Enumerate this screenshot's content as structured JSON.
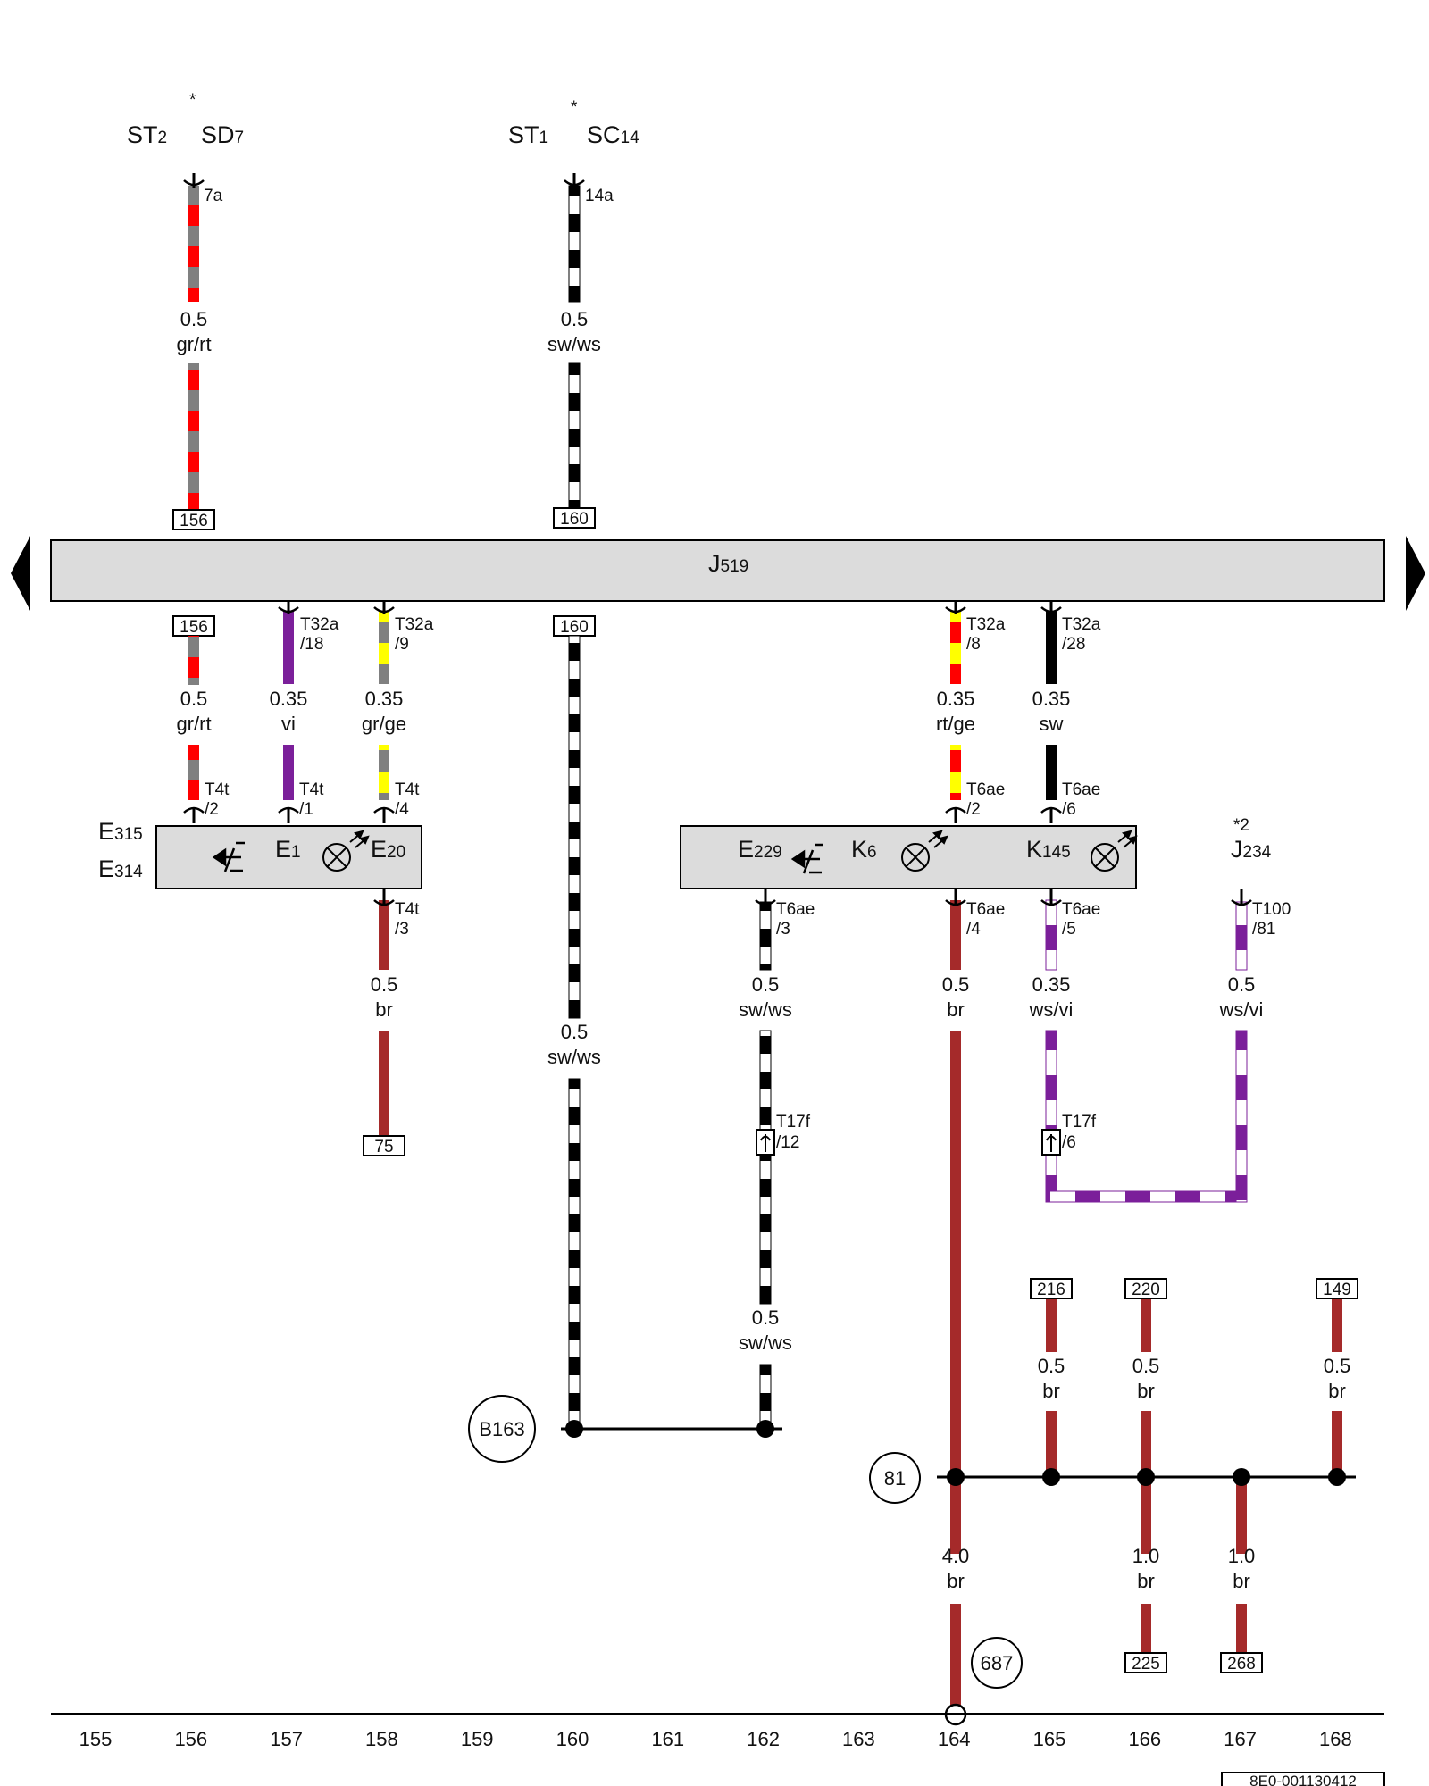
{
  "control_unit": {
    "name": "J",
    "sub": "519"
  },
  "supplies": [
    {
      "a": "ST",
      "a_sub": "2",
      "b": "SD",
      "b_sub": "7",
      "star": "*",
      "pin": "7a"
    },
    {
      "a": "ST",
      "a_sub": "1",
      "b": "SC",
      "b_sub": "14",
      "star": "*",
      "pin": "14a"
    }
  ],
  "wire_labels": [
    {
      "id": "w156a",
      "size": "0.5",
      "color": "gr/rt"
    },
    {
      "id": "w160a",
      "size": "0.5",
      "color": "sw/ws"
    },
    {
      "id": "w156b",
      "size": "0.5",
      "color": "gr/rt"
    },
    {
      "id": "w157",
      "size": "0.35",
      "color": "vi"
    },
    {
      "id": "w158a",
      "size": "0.35",
      "color": "gr/ge"
    },
    {
      "id": "w164a",
      "size": "0.35",
      "color": "rt/ge"
    },
    {
      "id": "w165a",
      "size": "0.35",
      "color": "sw"
    },
    {
      "id": "w158b",
      "size": "0.5",
      "color": "br"
    },
    {
      "id": "w160b",
      "size": "0.5",
      "color": "sw/ws"
    },
    {
      "id": "w162a",
      "size": "0.5",
      "color": "sw/ws"
    },
    {
      "id": "w164b",
      "size": "0.5",
      "color": "br"
    },
    {
      "id": "w165b",
      "size": "0.35",
      "color": "ws/vi"
    },
    {
      "id": "w167a",
      "size": "0.5",
      "color": "ws/vi"
    },
    {
      "id": "w162b",
      "size": "0.5",
      "color": "sw/ws"
    },
    {
      "id": "w165c",
      "size": "0.5",
      "color": "br"
    },
    {
      "id": "w166a",
      "size": "0.5",
      "color": "br"
    },
    {
      "id": "w168a",
      "size": "0.5",
      "color": "br"
    },
    {
      "id": "w164c",
      "size": "4.0",
      "color": "br"
    },
    {
      "id": "w166b",
      "size": "1.0",
      "color": "br"
    },
    {
      "id": "w167b",
      "size": "1.0",
      "color": "br"
    }
  ],
  "connectors": {
    "t32a_18": {
      "name": "T32a",
      "pin": "/18"
    },
    "t32a_9": {
      "name": "T32a",
      "pin": "/9"
    },
    "t32a_8": {
      "name": "T32a",
      "pin": "/8"
    },
    "t32a_28": {
      "name": "T32a",
      "pin": "/28"
    },
    "t4t_2": {
      "name": "T4t",
      "pin": "/2"
    },
    "t4t_1": {
      "name": "T4t",
      "pin": "/1"
    },
    "t4t_4": {
      "name": "T4t",
      "pin": "/4"
    },
    "t4t_3": {
      "name": "T4t",
      "pin": "/3"
    },
    "t6ae_2": {
      "name": "T6ae",
      "pin": "/2"
    },
    "t6ae_6": {
      "name": "T6ae",
      "pin": "/6"
    },
    "t6ae_3": {
      "name": "T6ae",
      "pin": "/3"
    },
    "t6ae_4": {
      "name": "T6ae",
      "pin": "/4"
    },
    "t6ae_5": {
      "name": "T6ae",
      "pin": "/5"
    },
    "t100_81": {
      "name": "T100",
      "pin": "/81"
    },
    "t17f_12": {
      "name": "T17f",
      "pin": "/12"
    },
    "t17f_6": {
      "name": "T17f",
      "pin": "/6"
    }
  },
  "components": {
    "e315": {
      "a": "E",
      "sub": "315"
    },
    "e314": {
      "a": "E",
      "sub": "314"
    },
    "e1": {
      "a": "E",
      "sub": "1"
    },
    "e20": {
      "a": "E",
      "sub": "20"
    },
    "e229": {
      "a": "E",
      "sub": "229"
    },
    "k6": {
      "a": "K",
      "sub": "6"
    },
    "k145": {
      "a": "K",
      "sub": "145"
    },
    "j234": {
      "a": "J",
      "sub": "234",
      "note": "*2"
    }
  },
  "refs": {
    "r156a": "156",
    "r160a": "160",
    "r156b": "156",
    "r160b": "160",
    "r75": "75",
    "r216": "216",
    "r220": "220",
    "r149": "149",
    "r225": "225",
    "r268": "268"
  },
  "circles": {
    "b163": "B163",
    "c81": "81",
    "c687": "687"
  },
  "columns": [
    "155",
    "156",
    "157",
    "158",
    "159",
    "160",
    "161",
    "162",
    "163",
    "164",
    "165",
    "166",
    "167",
    "168"
  ],
  "doc_id": "8E0-001130412",
  "colors": {
    "gr": "#808080",
    "rt": "#ff0000",
    "ge": "#ffff00",
    "sw": "#000000",
    "ws": "#ffffff",
    "vi": "#7b1f9a",
    "br": "#a52a2a",
    "bus": "#dcdcdc"
  }
}
